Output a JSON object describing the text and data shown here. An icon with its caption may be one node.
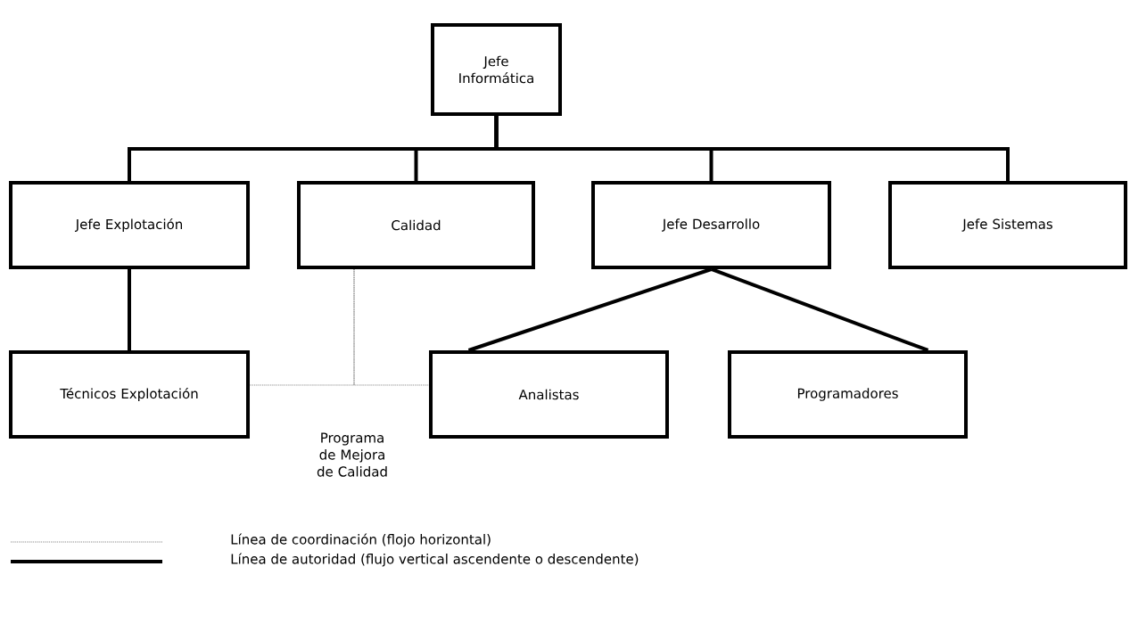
{
  "diagram": {
    "nodes": [
      {
        "text": [
          "Jefe Informática"
        ]
      },
      {
        "text": [
          "Jefe Explotación"
        ]
      },
      {
        "text": [
          "Calidad"
        ]
      },
      {
        "text": [
          "Jefe Desarrollo"
        ]
      },
      {
        "text": [
          "Jefe Sistemas"
        ]
      },
      {
        "text": [
          "Técnicos Explotación"
        ]
      },
      {
        "text": [
          "Analistas"
        ]
      },
      {
        "text": [
          "Programadores"
        ]
      }
    ],
    "edges": [
      {
        "from": 0,
        "to": 1,
        "arrow": "none"
      },
      {
        "from": 0,
        "to": 2,
        "arrow": "none"
      },
      {
        "from": 0,
        "to": 3,
        "arrow": "none"
      },
      {
        "from": 0,
        "to": 4,
        "arrow": "none"
      },
      {
        "from": 1,
        "to": 5,
        "arrow": "none"
      },
      {
        "from": 3,
        "to": 6,
        "arrow": "none"
      },
      {
        "from": 3,
        "to": 7,
        "arrow": "none"
      },
      {
        "from": 2,
        "to": 5,
        "arrow": "none",
        "style": "dashed"
      },
      {
        "from": 2,
        "to": 6,
        "arrow": "none",
        "style": "dashed"
      }
    ],
    "labels": [
      "Programa de Mejora de Calidad"
    ],
    "legend": [
      {
        "text": "Línea de coordinación (flojo horizontal)"
      },
      {
        "text": "Línea de autoridad (flujo vertical ascendente o descendente)"
      }
    ]
  }
}
